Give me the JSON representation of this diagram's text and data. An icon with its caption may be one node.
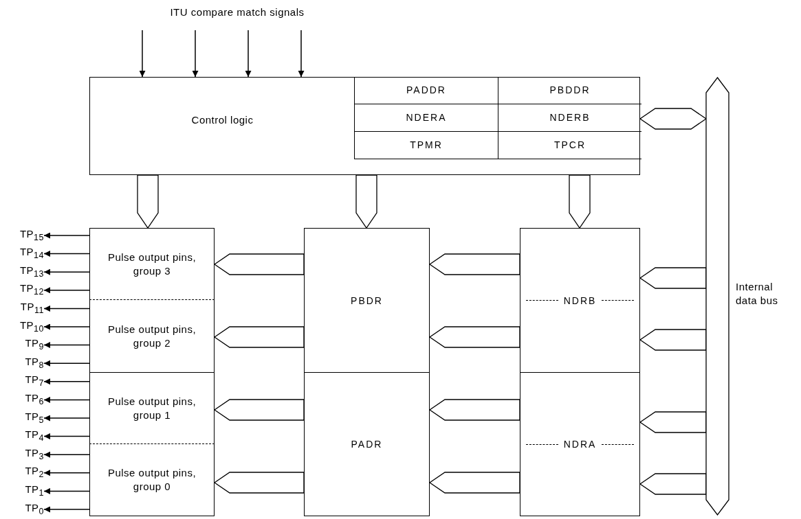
{
  "diagram": {
    "nodes": [
      {
        "text": [
          "ITU compare match signals"
        ]
      },
      {
        "text": [
          "Control logic"
        ]
      },
      {
        "text": [
          "PADDR"
        ],
        "in": 1
      },
      {
        "text": [
          "PBDDR"
        ],
        "in": 1
      },
      {
        "text": [
          "NDERA"
        ],
        "in": 1
      },
      {
        "text": [
          "NDERB"
        ],
        "in": 1
      },
      {
        "text": [
          "TPMR"
        ],
        "in": 1
      },
      {
        "text": [
          "TPCR"
        ],
        "in": 1
      },
      {
        "text": [
          "Pulse output pins, group 3"
        ]
      },
      {
        "text": [
          "Pulse output pins, group 2"
        ]
      },
      {
        "text": [
          "Pulse output pins, group 1"
        ]
      },
      {
        "text": [
          "Pulse output pins, group 0"
        ]
      },
      {
        "text": [
          "PBDR"
        ]
      },
      {
        "text": [
          "PADR"
        ]
      },
      {
        "text": [
          "NDRB"
        ]
      },
      {
        "text": [
          "NDRA"
        ]
      },
      {
        "text": [
          "Internal data bus"
        ]
      },
      {
        "text": [
          "TP$_{15}$"
        ]
      },
      {
        "text": [
          "TP$_{14}$"
        ]
      },
      {
        "text": [
          "TP$_{13}$"
        ]
      },
      {
        "text": [
          "TP$_{12}$"
        ]
      },
      {
        "text": [
          "TP$_{11}$"
        ]
      },
      {
        "text": [
          "TP$_{10}$"
        ]
      },
      {
        "text": [
          "TP$_{9}$"
        ]
      },
      {
        "text": [
          "TP$_{8}$"
        ]
      },
      {
        "text": [
          "TP$_{7}$"
        ]
      },
      {
        "text": [
          "TP$_{6}$"
        ]
      },
      {
        "text": [
          "TP$_{5}$"
        ]
      },
      {
        "text": [
          "TP$_{4}$"
        ]
      },
      {
        "text": [
          "TP$_{3}$"
        ]
      },
      {
        "text": [
          "TP$_{2}$"
        ]
      },
      {
        "text": [
          "TP$_{1}$"
        ]
      },
      {
        "text": [
          "TP$_{0}$"
        ]
      }
    ],
    "edges": [
      {
        "from": 0,
        "to": 1,
        "arrow": "to"
      },
      {
        "from": 0,
        "to": 1,
        "arrow": "to"
      },
      {
        "from": 0,
        "to": 1,
        "arrow": "to"
      },
      {
        "from": 0,
        "to": 1,
        "arrow": "to"
      },
      {
        "from": 1,
        "to": 8,
        "arrow": "to",
        "style": "thick"
      },
      {
        "from": 1,
        "to": 12,
        "arrow": "to",
        "style": "thick"
      },
      {
        "from": 1,
        "to": 14,
        "arrow": "to",
        "style": "thick"
      },
      {
        "from": 16,
        "to": 1,
        "arrow": "both",
        "style": "thick"
      },
      {
        "from": 12,
        "to": 8,
        "arrow": "to",
        "style": "thick"
      },
      {
        "from": 12,
        "to": 9,
        "arrow": "to",
        "style": "thick"
      },
      {
        "from": 13,
        "to": 10,
        "arrow": "to",
        "style": "thick"
      },
      {
        "from": 13,
        "to": 11,
        "arrow": "to",
        "style": "thick"
      },
      {
        "from": 14,
        "to": 12,
        "arrow": "to",
        "style": "thick"
      },
      {
        "from": 14,
        "to": 12,
        "arrow": "to",
        "style": "thick"
      },
      {
        "from": 15,
        "to": 13,
        "arrow": "to",
        "style": "thick"
      },
      {
        "from": 15,
        "to": 13,
        "arrow": "to",
        "style": "thick"
      },
      {
        "from": 16,
        "to": 14,
        "arrow": "to",
        "style": "thick"
      },
      {
        "from": 16,
        "to": 14,
        "arrow": "to",
        "style": "thick"
      },
      {
        "from": 16,
        "to": 15,
        "arrow": "to",
        "style": "thick"
      },
      {
        "from": 16,
        "to": 15,
        "arrow": "to",
        "style": "thick"
      },
      {
        "from": 8,
        "to": 17,
        "arrow": "to"
      },
      {
        "from": 8,
        "to": 18,
        "arrow": "to"
      },
      {
        "from": 8,
        "to": 19,
        "arrow": "to"
      },
      {
        "from": 8,
        "to": 20,
        "arrow": "to"
      },
      {
        "from": 9,
        "to": 21,
        "arrow": "to"
      },
      {
        "from": 9,
        "to": 22,
        "arrow": "to"
      },
      {
        "from": 9,
        "to": 23,
        "arrow": "to"
      },
      {
        "from": 9,
        "to": 24,
        "arrow": "to"
      },
      {
        "from": 10,
        "to": 25,
        "arrow": "to"
      },
      {
        "from": 10,
        "to": 26,
        "arrow": "to"
      },
      {
        "from": 10,
        "to": 27,
        "arrow": "to"
      },
      {
        "from": 10,
        "to": 28,
        "arrow": "to"
      },
      {
        "from": 11,
        "to": 29,
        "arrow": "to"
      },
      {
        "from": 11,
        "to": 30,
        "arrow": "to"
      },
      {
        "from": 11,
        "to": 31,
        "arrow": "to"
      },
      {
        "from": 11,
        "to": 32,
        "arrow": "to"
      }
    ]
  }
}
